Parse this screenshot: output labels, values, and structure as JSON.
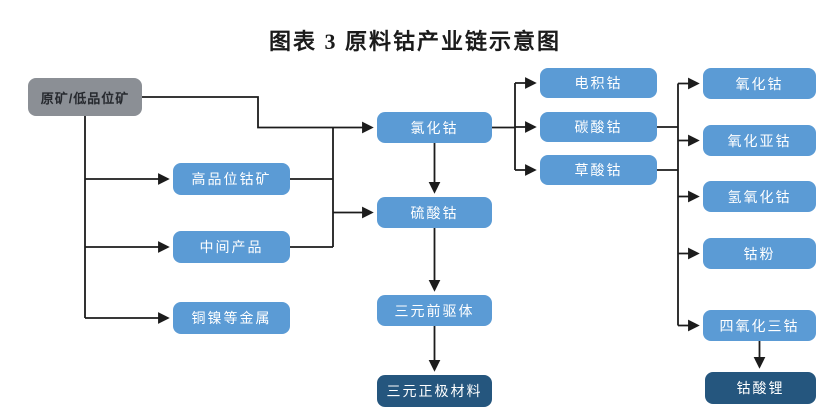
{
  "title": "图表 3 原料钴产业链示意图",
  "colors": {
    "box_blue": "#5b9bd5",
    "box_dark": "#25567e",
    "box_gray": "#8b8f95",
    "connector": "#1c1c1c"
  },
  "nodes": {
    "raw_ore": {
      "label": "原矿/低品位矿"
    },
    "high_grade_ore": {
      "label": "高品位钴矿"
    },
    "intermediate_product": {
      "label": "中间产品"
    },
    "copper_nickel": {
      "label": "铜镍等金属"
    },
    "cobalt_chloride": {
      "label": "氯化钴"
    },
    "cobalt_sulfate": {
      "label": "硫酸钴"
    },
    "ternary_precursor": {
      "label": "三元前驱体"
    },
    "ternary_cathode": {
      "label": "三元正极材料"
    },
    "electrowon_cobalt": {
      "label": "电积钴"
    },
    "cobalt_carbonate": {
      "label": "碳酸钴"
    },
    "cobalt_oxalate": {
      "label": "草酸钴"
    },
    "cobalt_oxide": {
      "label": "氧化钴"
    },
    "cobaltous_oxide": {
      "label": "氧化亚钴"
    },
    "cobalt_hydroxide": {
      "label": "氢氧化钴"
    },
    "cobalt_powder": {
      "label": "钴粉"
    },
    "cobalt_tetroxide": {
      "label": "四氧化三钴"
    },
    "lithium_cobaltate": {
      "label": "钴酸锂"
    }
  }
}
